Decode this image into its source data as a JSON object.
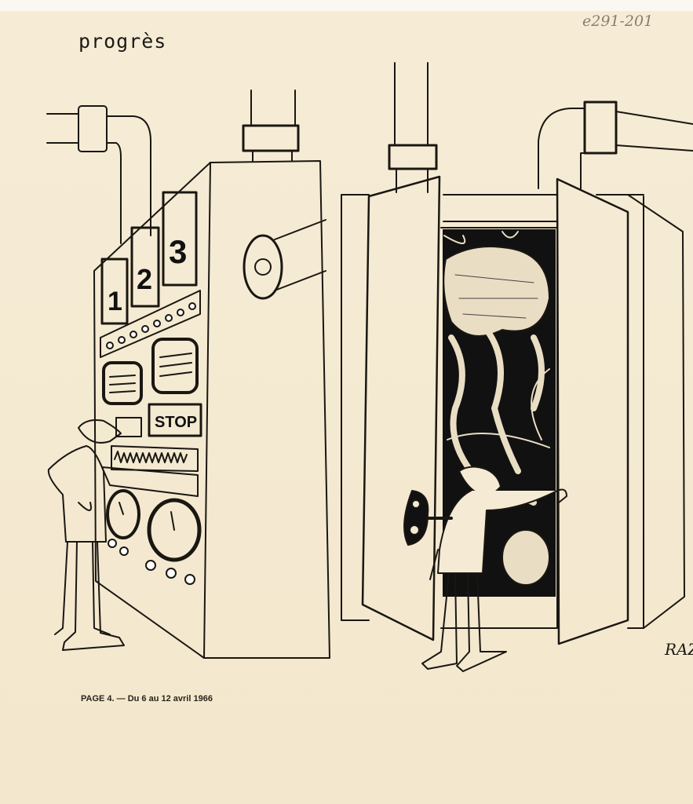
{
  "header": {
    "title": "progrès",
    "reference": "e291-201"
  },
  "illustration": {
    "counter_digits": [
      "1",
      "2",
      "3"
    ],
    "stop_label": "STOP",
    "signature": "RAZ"
  },
  "footer": {
    "caption": "PAGE 4. — Du 6 au 12 avril 1966"
  }
}
